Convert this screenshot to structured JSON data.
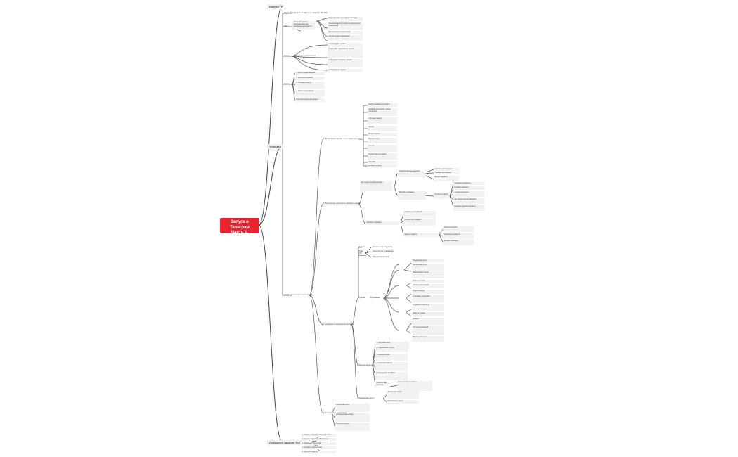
{
  "root": {
    "line1": "Запуск в Телеграм",
    "line2": "Часть 1. Упаковка"
  },
  "branches": {
    "important": "Важное",
    "packaging": "Упаковка",
    "homework": "Домашнее задание №4"
  },
  "tags": {
    "tag_day": "+день"
  },
  "nodes": {
    "step0": "Шаг 0. Полная диагностика тг (тг-каналов, ИИ, ЛМ)",
    "step1": "Шаг 1",
    "step2": "Шаг 2",
    "step2_sub": "Продукты и предложение",
    "step3": "Шаг 3",
    "step4": "Шаг 4",
    "step4_sub": "Контентная сетка канала",
    "n1": "1. Регистрация группы, и что нужно для этого",
    "n2": "2. Как создать и настроить аватарку канала",
    "n3": "3. Создание и наполнение контента",
    "n4": "4. Техническая реализация"
  },
  "texts": {
    "s1_a": "Разберем главный Телеграм-канал как платформу для бизнеса",
    "s1_b1": "Телеграм-канал это отдельный медиа",
    "s1_b2": "Телеграм-каналы стоимость контента для подписчиков",
    "s1_b3": "Как привлекать подписчиков",
    "s1_b4": "Сколько нужно подписчиков",
    "s2_a": "1. Что продает канал?",
    "s2_b": "2. Сделайте предложение для ЦА",
    "s2_c": "3. Продумайте воронку продаж",
    "s2_d": "4. Определите продукт",
    "s3_a": "1. Цели и задачи канала",
    "s3_b": "2. Как монетизировать",
    "s3_c": "3. Описание канала",
    "s3_d": "4. Имя и ссылка канала",
    "s3_e": "Дополнительные материалы",
    "g1_1": "Выбор названия для канала",
    "g1_2": "Аватарка для канала, общая концепция",
    "g1_3": "Описание канала",
    "g1_4": "Закреп",
    "g1_5": "Визуал канала",
    "g1_6": "Первые посты",
    "g1_7": "Ссылки",
    "g1_8": "Приветствие для новых",
    "g1_9": "Реклама",
    "g1_10": "Добавить в папку",
    "g2_a": "Как создать дизайн аватарки",
    "g2_b": "Примеры удачных аватарок",
    "g2_c": "Форматы и размеры",
    "g2_d": "Сервисы для создания",
    "g2_e": "Ошибки при создании",
    "g2_f": "Цвета и шрифты",
    "g2_g": "Логотип или фото",
    "g2_h": "Проверка читаемости",
    "g2_i": "Добавить аватарку",
    "g2_j": "Полезные ресурсы",
    "g3_t1": "Контент",
    "g3_t2": "План",
    "g3_t3": "Форматы",
    "g3_t4": "Рубрики",
    "g3_t5": "Публикации",
    "g3_a": "Контент-план на месяц",
    "g3_b": "Типы постов для канала",
    "g3_c": "Прогрев аудитории",
    "g3_d": "Продающие посты",
    "g3_e": "Экспертные посты",
    "g3_f": "Вовлекающие посты",
    "g3_g": "Личные истории",
    "g3_h": "Опросы и викторины",
    "g3_i": "Видео и кружки",
    "g3_j": "Голосовые сообщения",
    "g3_k": "Подборки и чек-листы",
    "g3_l": "Кейсы и отзывы",
    "g3_m": "Анонсы",
    "g3_n": "Частота публикаций",
    "g3_o": "Время публикаций",
    "g3_p": "Отложенный постинг",
    "g4_a": "1. Настройка бота",
    "g4_b": "2. Подключение оплаты",
    "g4_c": "3. Автоматизация",
    "g4_d": "4. Аналитика канала",
    "g4_e": "Рекомендации по работе",
    "hw_1": "1. Создать и оформить Телеграм-канал",
    "hw_2": "2. Сделать аватарку и оформление",
    "hw_3": "3. Написать 5 first постов",
    "hw_4": "4. Составить контент-план",
    "hw_5": "5. Сдать ДЗ куратору"
  }
}
